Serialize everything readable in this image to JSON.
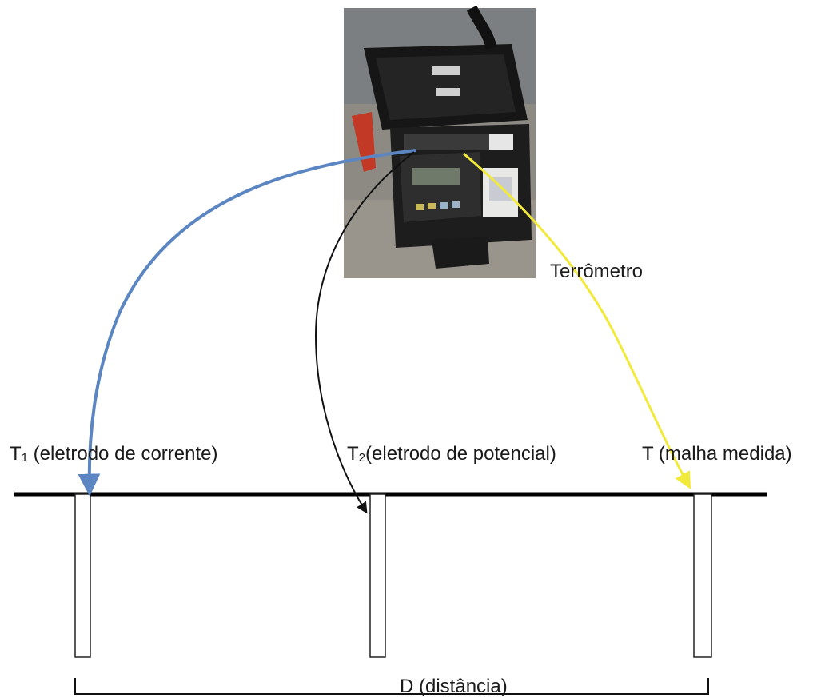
{
  "labels": {
    "terrometro": "Terrômetro",
    "t1_symbol": "T",
    "t1_sub": "1",
    "t1_text": " (eletrodo de corrente)",
    "t2_symbol": "T",
    "t2_sub": "2",
    "t2_text": "(eletrodo de potencial)",
    "t_text": "T (malha medida)",
    "distance": "D (distância)"
  },
  "colors": {
    "ground_line": "#000000",
    "current_wire": "#5b86c2",
    "potential_wire": "#111111",
    "mesh_wire": "#f2ea3a",
    "electrode_fill": "#ffffff",
    "electrode_stroke": "#222222"
  },
  "icons": {
    "device_photo": "earth-resistance-tester-photo"
  }
}
